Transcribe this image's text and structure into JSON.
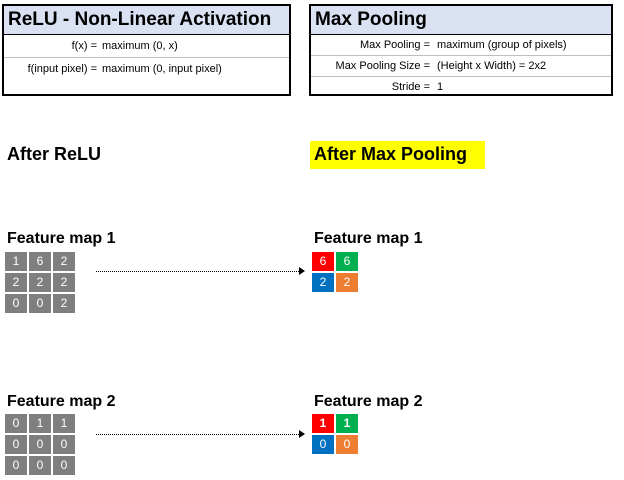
{
  "relu": {
    "title": "ReLU - Non-Linear Activation",
    "rows": [
      {
        "label": "f(x) =",
        "value": "maximum (0, x)"
      },
      {
        "label": "f(input pixel) =",
        "value": "maximum (0, input pixel)"
      }
    ]
  },
  "maxpool": {
    "title": "Max Pooling",
    "rows": [
      {
        "label": "Max Pooling =",
        "value": "maximum (group of pixels)"
      },
      {
        "label": "Max Pooling Size =",
        "value": "(Height x Width) = 2x2"
      },
      {
        "label": "Stride =",
        "value": "1"
      }
    ]
  },
  "after_relu": "After ReLU",
  "after_pool": "After Max Pooling",
  "maps": [
    {
      "title": "Feature map 1",
      "input": [
        [
          1,
          6,
          2
        ],
        [
          2,
          2,
          2
        ],
        [
          0,
          0,
          2
        ]
      ],
      "output": [
        [
          6,
          6
        ],
        [
          2,
          2
        ]
      ]
    },
    {
      "title": "Feature map 2",
      "input": [
        [
          0,
          1,
          1
        ],
        [
          0,
          0,
          0
        ],
        [
          0,
          0,
          0
        ]
      ],
      "output": [
        [
          1,
          1
        ],
        [
          0,
          0
        ]
      ]
    }
  ],
  "colors": {
    "header_bg": "#d9e1f2",
    "highlight": "#ffff00",
    "input_cell": "#7f7f7f",
    "pool_top_left": "#ff0000",
    "pool_top_right": "#00b050",
    "pool_bottom_left": "#0070c0",
    "pool_bottom_right": "#ed7d31"
  }
}
